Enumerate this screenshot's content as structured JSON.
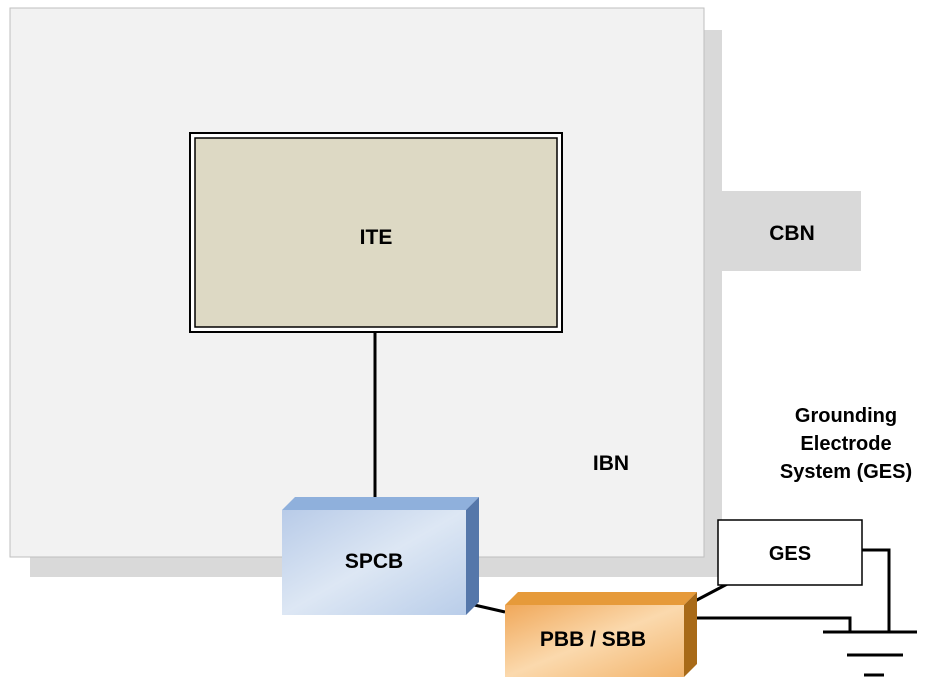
{
  "diagram": {
    "ite_label": "ITE",
    "cbn_label": "CBN",
    "ibn_label": "IBN",
    "spcb_label": "SPCB",
    "pbb_sbb_label": "PBB / SBB",
    "ges_label": "GES",
    "ges_caption": [
      "Grounding",
      "Electrode",
      "System (GES)"
    ]
  },
  "colors": {
    "ibn_panel": "#f2f2f2",
    "shadow": "#d9d9d9",
    "ite_fill": "#ddd9c4",
    "spcb_front": "#c8d8ee",
    "spcb_top": "#8fb0dc",
    "spcb_side": "#5577aa",
    "pbb_front": "#f4b26a",
    "pbb_top": "#e69a3a",
    "pbb_side": "#a86a18"
  }
}
